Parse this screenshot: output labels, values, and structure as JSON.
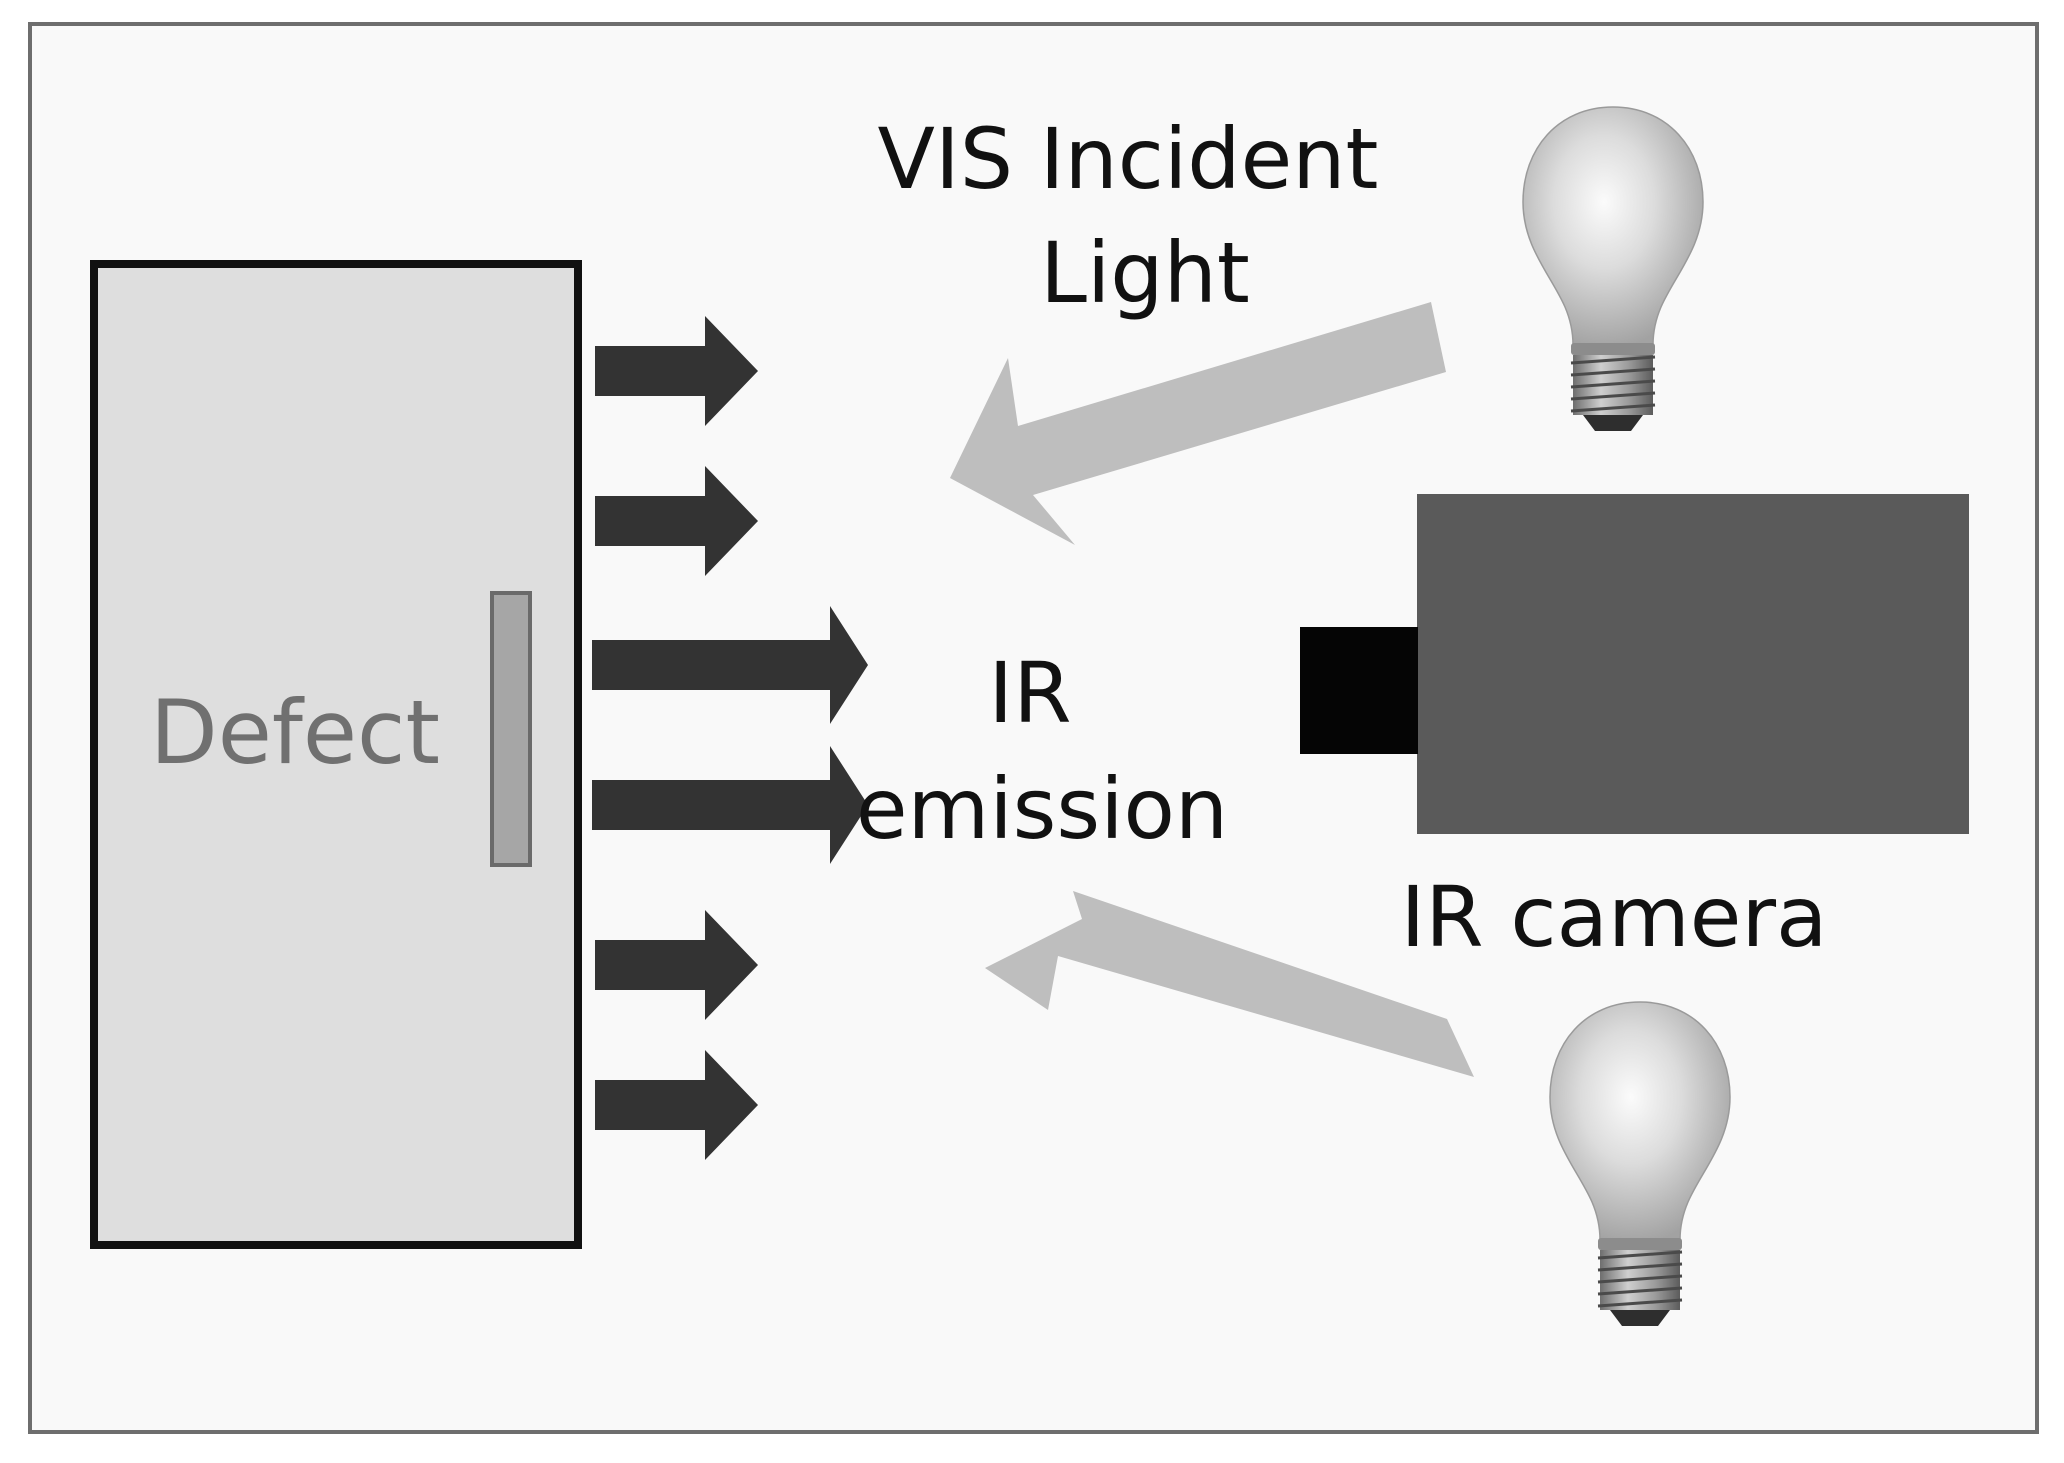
{
  "labels": {
    "defect": "Defect",
    "vis_incident_light_line1": "VIS Incident",
    "vis_incident_light_line2": "Light",
    "ir_emission_line1": "IR",
    "ir_emission_line2": "emission",
    "ir_camera": "IR camera"
  },
  "colors": {
    "panel_background": "#f9f9f9",
    "panel_border": "#6e6e6e",
    "specimen_fill": "#dedede",
    "specimen_border": "#111111",
    "defect_fill": "#a6a6a6",
    "ir_arrow": "#333333",
    "vis_arrow": "#bebebe",
    "camera_body": "#5a5a5a",
    "camera_lens": "#050505",
    "text": "#111111",
    "defect_text": "#707070"
  },
  "icons": [
    "light-bulb-icon",
    "ir-camera-icon"
  ]
}
